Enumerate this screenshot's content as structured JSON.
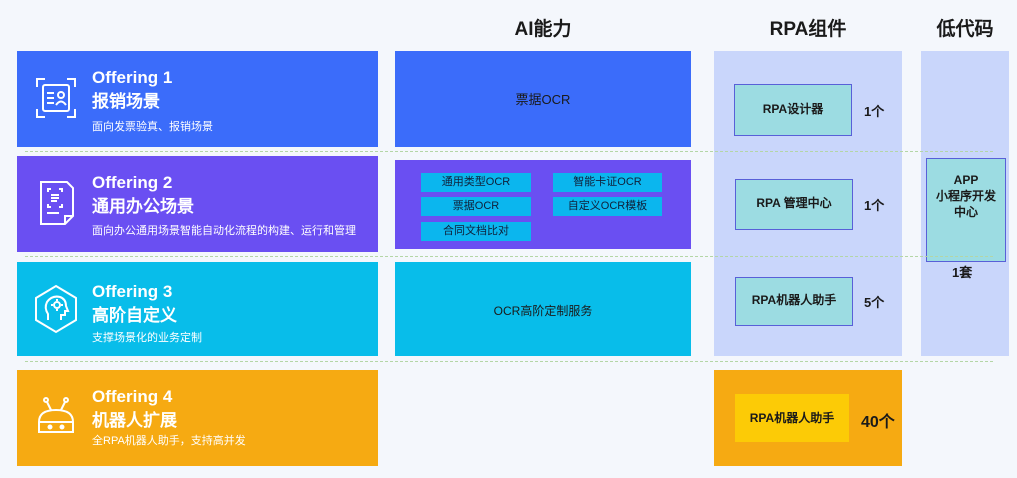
{
  "headers": {
    "ai": "AI能力",
    "rpa": "RPA组件",
    "lowcode": "低代码"
  },
  "offerings": [
    {
      "label": "Offering 1",
      "title": "报销场景",
      "desc": "面向发票验真、报销场景",
      "color": "#3b6cfa"
    },
    {
      "label": "Offering 2",
      "title": "通用办公场景",
      "desc": "面向办公通用场景智能自动化流程的构建、运行和管理",
      "color": "#6a4ff2"
    },
    {
      "label": "Offering 3",
      "title": "高阶自定义",
      "desc": "支撑场景化的业务定制",
      "color": "#08bdea"
    },
    {
      "label": "Offering 4",
      "title": "机器人扩展",
      "desc": "全RPA机器人助手，支持高并发",
      "color": "#f6aa12"
    }
  ],
  "ai": {
    "row1": "票据OCR",
    "row2_tags": [
      "通用类型OCR",
      "智能卡证OCR",
      "票据OCR",
      "自定义OCR模板",
      "合同文档比对"
    ],
    "row3": "OCR高阶定制服务"
  },
  "rpa": [
    {
      "name": "RPA设计器",
      "count": "1个"
    },
    {
      "name": "RPA 管理中心",
      "count": "1个"
    },
    {
      "name": "RPA机器人助手",
      "count": "5个"
    },
    {
      "name": "RPA机器人助手",
      "count": "40个"
    }
  ],
  "lowcode": {
    "name_line1": "APP",
    "name_line2": "小程序开发",
    "name_line3": "中心",
    "count": "1套"
  },
  "colors": {
    "blue": "#3b6cfa",
    "purple": "#6a4ff2",
    "cyan": "#08bdea",
    "orange": "#f6aa12",
    "rpa_bg": "#c9d6fb",
    "rpa_box": "#9cdce2",
    "yellow_box": "#fccb06"
  },
  "icons": [
    "invoice-scan-icon",
    "document-scan-icon",
    "ai-head-icon",
    "robot-icon"
  ]
}
